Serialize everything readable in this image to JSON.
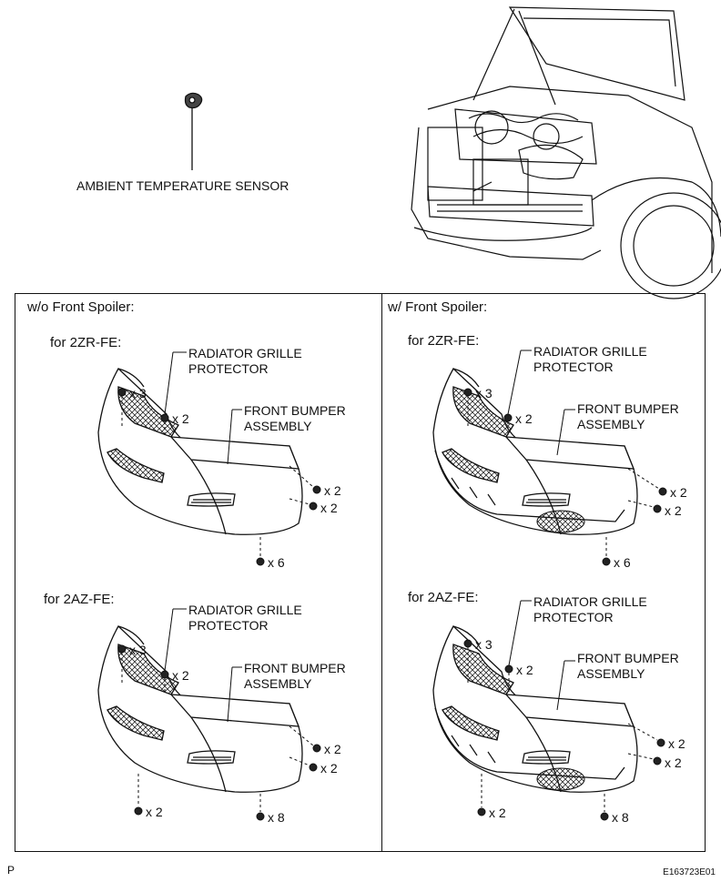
{
  "sensor": {
    "label": "AMBIENT TEMPERATURE SENSOR"
  },
  "panels": {
    "left": {
      "title": "w/o Front Spoiler:",
      "sections": [
        {
          "engine": "for 2ZR-FE:",
          "grille": [
            "RADIATOR GRILLE",
            "PROTECTOR"
          ],
          "bumper": [
            "FRONT BUMPER",
            "ASSEMBLY"
          ],
          "qty": {
            "top_clip": "x 3",
            "grille_clip": "x 2",
            "side1": "x 2",
            "side2": "x 2",
            "bottom_right": "x 6"
          }
        },
        {
          "engine": "for 2AZ-FE:",
          "grille": [
            "RADIATOR GRILLE",
            "PROTECTOR"
          ],
          "bumper": [
            "FRONT BUMPER",
            "ASSEMBLY"
          ],
          "qty": {
            "top_clip": "x 3",
            "grille_clip": "x 2",
            "side1": "x 2",
            "side2": "x 2",
            "bottom_left": "x 2",
            "bottom_right": "x 8"
          }
        }
      ]
    },
    "right": {
      "title": "w/ Front Spoiler:",
      "sections": [
        {
          "engine": "for 2ZR-FE:",
          "grille": [
            "RADIATOR GRILLE",
            "PROTECTOR"
          ],
          "bumper": [
            "FRONT BUMPER",
            "ASSEMBLY"
          ],
          "qty": {
            "top_clip": "x 3",
            "grille_clip": "x 2",
            "side1": "x 2",
            "side2": "x 2",
            "bottom_right": "x 6"
          }
        },
        {
          "engine": "for 2AZ-FE:",
          "grille": [
            "RADIATOR GRILLE",
            "PROTECTOR"
          ],
          "bumper": [
            "FRONT BUMPER",
            "ASSEMBLY"
          ],
          "qty": {
            "top_clip": "x 3",
            "grille_clip": "x 2",
            "side1": "x 2",
            "side2": "x 2",
            "bottom_left": "x 2",
            "bottom_right": "x 8"
          }
        }
      ]
    }
  },
  "footer": {
    "left_code": "P",
    "right_code": "E163723E01"
  }
}
